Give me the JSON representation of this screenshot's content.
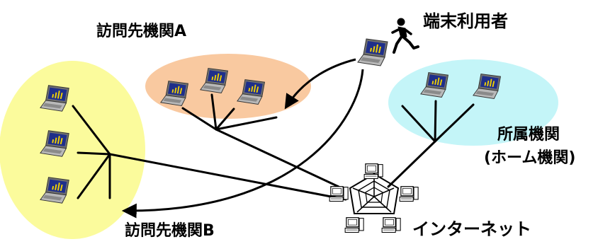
{
  "labels": {
    "site_a": "訪問先機関A",
    "site_b": "訪問先機関B",
    "user": "端末利用者",
    "home_line1": "所属機関",
    "home_line2": "(ホーム機関)",
    "internet": "インターネット"
  },
  "colors": {
    "site_a_zone": "#f9c9a0",
    "site_b_zone": "#fbfb9c",
    "home_zone": "#c4f5f8",
    "line": "#000000"
  },
  "icons": {
    "laptop": "laptop-icon",
    "pc": "desktop-pc-icon",
    "person": "running-person-icon"
  }
}
